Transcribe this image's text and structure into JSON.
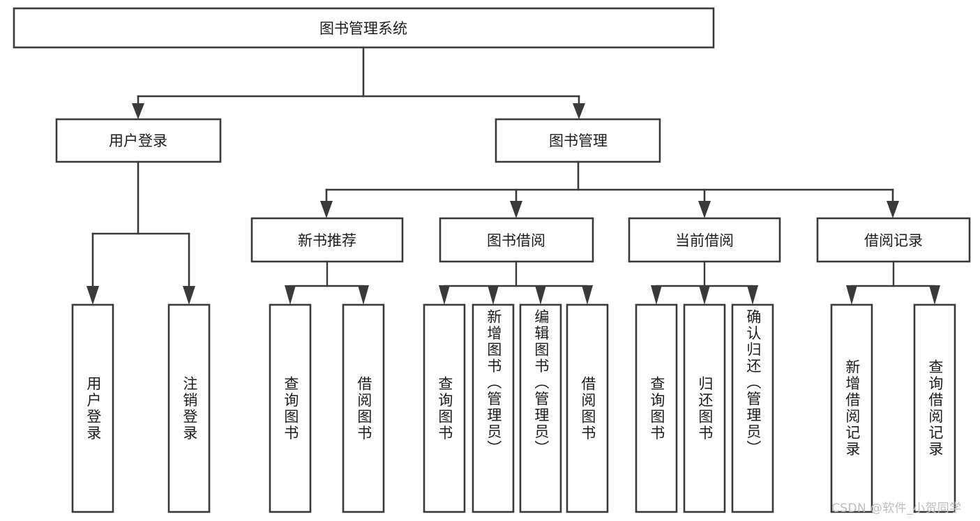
{
  "diagram": {
    "title_node": {
      "label": "图书管理系统",
      "orientation": "horizontal"
    },
    "level2": [
      {
        "id": "user-login",
        "label": "用户登录",
        "orientation": "horizontal"
      },
      {
        "id": "book-management",
        "label": "图书管理",
        "orientation": "horizontal"
      }
    ],
    "level3": [
      {
        "id": "new-book-recommend",
        "label": "新书推荐",
        "orientation": "horizontal"
      },
      {
        "id": "book-borrow",
        "label": "图书借阅",
        "orientation": "horizontal"
      },
      {
        "id": "current-borrow",
        "label": "当前借阅",
        "orientation": "horizontal"
      },
      {
        "id": "borrow-record",
        "label": "借阅记录",
        "orientation": "horizontal"
      }
    ],
    "leaves": [
      {
        "id": "leaf-user-login",
        "label": "用户登录",
        "parent": "user-login",
        "orientation": "vertical",
        "align": "center"
      },
      {
        "id": "leaf-logout-login",
        "label": "注销登录",
        "parent": "user-login",
        "orientation": "vertical",
        "align": "center"
      },
      {
        "id": "leaf-query-book-1",
        "label": "查询图书",
        "parent": "new-book-recommend",
        "orientation": "vertical",
        "align": "center"
      },
      {
        "id": "leaf-borrow-book-1",
        "label": "借阅图书",
        "parent": "new-book-recommend",
        "orientation": "vertical",
        "align": "center"
      },
      {
        "id": "leaf-query-book-2",
        "label": "查询图书",
        "parent": "book-borrow",
        "orientation": "vertical",
        "align": "center"
      },
      {
        "id": "leaf-add-book",
        "label": "新增图书（管理员）",
        "parent": "book-borrow",
        "orientation": "vertical",
        "align": "top"
      },
      {
        "id": "leaf-edit-book",
        "label": "编辑图书（管理员）",
        "parent": "book-borrow",
        "orientation": "vertical",
        "align": "top"
      },
      {
        "id": "leaf-borrow-book-2",
        "label": "借阅图书",
        "parent": "book-borrow",
        "orientation": "vertical",
        "align": "center"
      },
      {
        "id": "leaf-query-book-3",
        "label": "查询图书",
        "parent": "current-borrow",
        "orientation": "vertical",
        "align": "center"
      },
      {
        "id": "leaf-return-book",
        "label": "归还图书",
        "parent": "current-borrow",
        "orientation": "vertical",
        "align": "center"
      },
      {
        "id": "leaf-confirm-return",
        "label": "确认归还（管理员）",
        "parent": "current-borrow",
        "orientation": "vertical",
        "align": "top"
      },
      {
        "id": "leaf-add-borrow-record",
        "label": "新增借阅记录",
        "parent": "borrow-record",
        "orientation": "vertical",
        "align": "center"
      },
      {
        "id": "leaf-query-borrow-record",
        "label": "查询借阅记录",
        "parent": "borrow-record",
        "orientation": "vertical",
        "align": "center"
      }
    ],
    "watermark": "CSDN @软件_小贺同学",
    "colors": {
      "stroke": "#3a3a3a",
      "box_fill": "#ffffff",
      "text": "#1c1c1c",
      "background": "#ffffff",
      "watermark": "#bdbdbd"
    }
  }
}
